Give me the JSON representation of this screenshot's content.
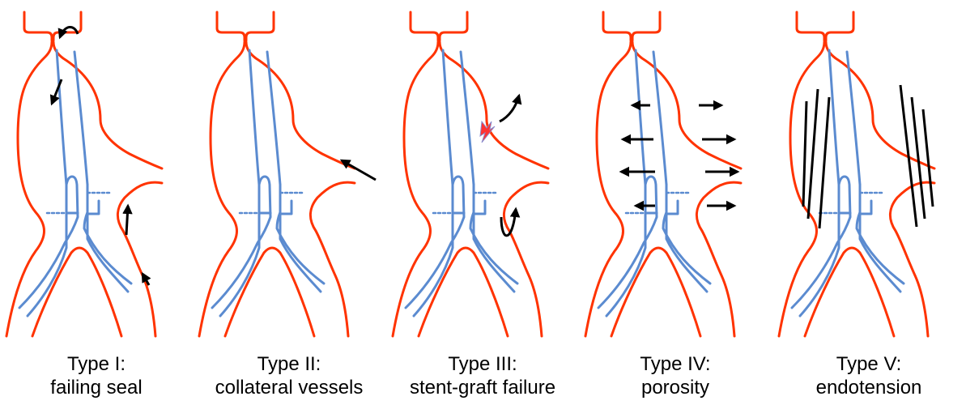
{
  "colors": {
    "aorta": "#ff3300",
    "stent": "#5b8bd0",
    "arrow": "#000000",
    "lightning_fill": "#ff3333",
    "lightning_stroke": "#8a8acc"
  },
  "panels": [
    {
      "type_label": "Type I:",
      "description": "failing seal"
    },
    {
      "type_label": "Type II:",
      "description": "collateral vessels"
    },
    {
      "type_label": "Type III:",
      "description": "stent-graft failure"
    },
    {
      "type_label": "Type IV:",
      "description": "porosity"
    },
    {
      "type_label": "Type V:",
      "description": "endotension"
    }
  ]
}
